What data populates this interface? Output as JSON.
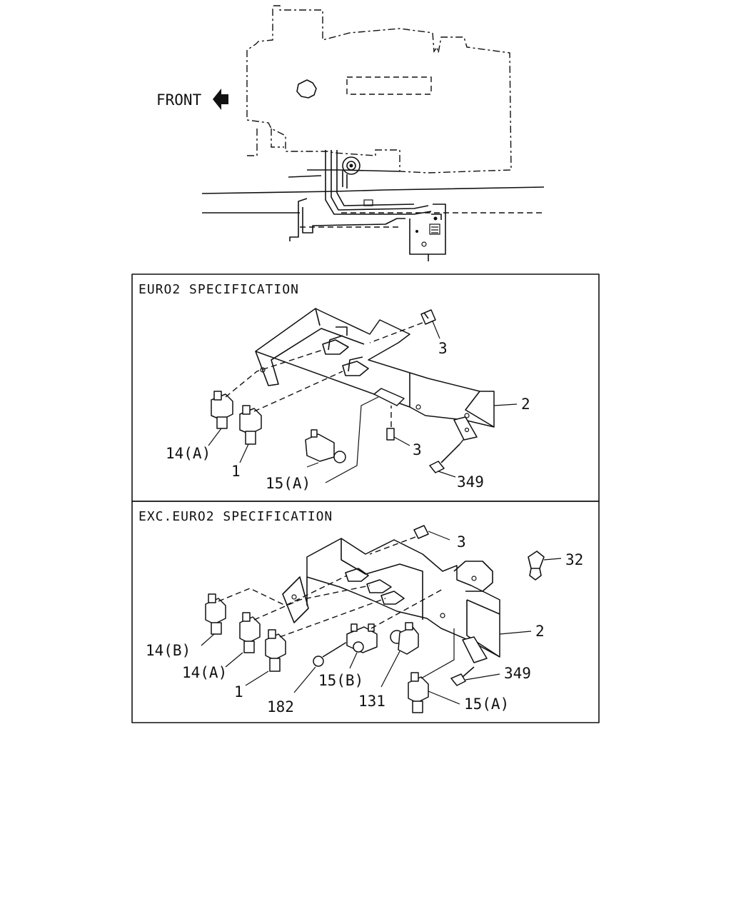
{
  "overview": {
    "front_label": "FRONT"
  },
  "panel_euro2": {
    "title": "EURO2 SPECIFICATION",
    "callouts": {
      "c3_top": "3",
      "c2": "2",
      "c14a": "14(A)",
      "c1": "1",
      "c3_mid": "3",
      "c15a": "15(A)",
      "c349": "349"
    }
  },
  "panel_exc": {
    "title": "EXC.EURO2 SPECIFICATION",
    "callouts": {
      "c3": "3",
      "c32": "32",
      "c2": "2",
      "c14b": "14(B)",
      "c14a": "14(A)",
      "c1": "1",
      "c182": "182",
      "c15b": "15(B)",
      "c131": "131",
      "c349": "349",
      "c15a": "15(A)"
    }
  }
}
